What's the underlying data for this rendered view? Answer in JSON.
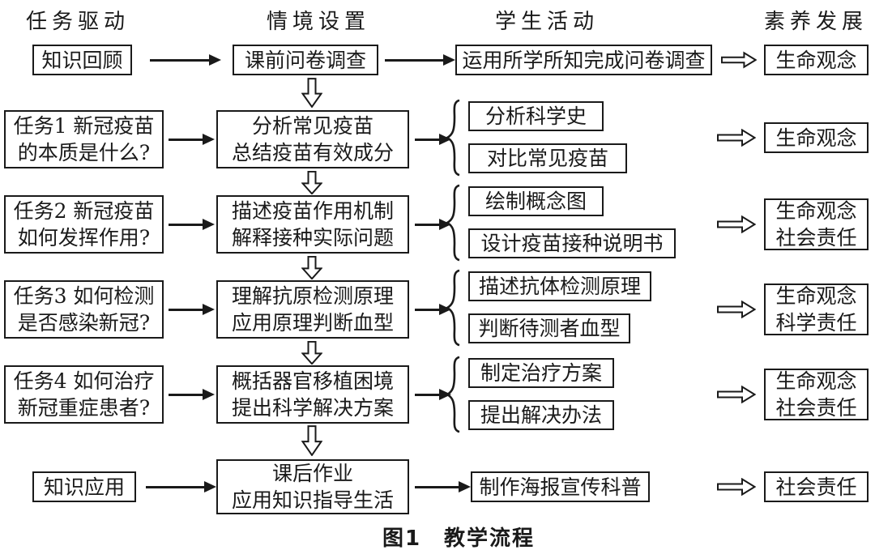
{
  "figure": {
    "caption": "图1　教学流程"
  },
  "headers": {
    "task": "任务驱动",
    "situation": "情境设置",
    "activity": "学生活动",
    "literacy": "素养发展"
  },
  "rows": [
    {
      "task": {
        "line1": "知识回顾"
      },
      "situation": {
        "line1": "课前问卷调查"
      },
      "activities": [
        {
          "line1": "运用所学所知完成问卷调查"
        }
      ],
      "literacy": {
        "line1": "生命观念"
      }
    },
    {
      "task": {
        "line1": "任务1 新冠疫苗",
        "line2": "的本质是什么?"
      },
      "situation": {
        "line1": "分析常见疫苗",
        "line2": "总结疫苗有效成分"
      },
      "activities": [
        {
          "line1": "分析科学史"
        },
        {
          "line1": "对比常见疫苗"
        }
      ],
      "literacy": {
        "line1": "生命观念"
      }
    },
    {
      "task": {
        "line1": "任务2 新冠疫苗",
        "line2": "如何发挥作用?"
      },
      "situation": {
        "line1": "描述疫苗作用机制",
        "line2": "解释接种实际问题"
      },
      "activities": [
        {
          "line1": "绘制概念图"
        },
        {
          "line1": "设计疫苗接种说明书"
        }
      ],
      "literacy": {
        "line1": "生命观念",
        "line2": "社会责任"
      }
    },
    {
      "task": {
        "line1": "任务3 如何检测",
        "line2": "是否感染新冠?"
      },
      "situation": {
        "line1": "理解抗原检测原理",
        "line2": "应用原理判断血型"
      },
      "activities": [
        {
          "line1": "描述抗体检测原理"
        },
        {
          "line1": "判断待测者血型"
        }
      ],
      "literacy": {
        "line1": "生命观念",
        "line2": "科学责任"
      }
    },
    {
      "task": {
        "line1": "任务4 如何治疗",
        "line2": "新冠重症患者?"
      },
      "situation": {
        "line1": "概括器官移植困境",
        "line2": "提出科学解决方案"
      },
      "activities": [
        {
          "line1": "制定治疗方案"
        },
        {
          "line1": "提出解决办法"
        }
      ],
      "literacy": {
        "line1": "生命观念",
        "line2": "社会责任"
      }
    },
    {
      "task": {
        "line1": "知识应用"
      },
      "situation": {
        "line1": "课后作业",
        "line2": "应用知识指导生活"
      },
      "activities": [
        {
          "line1": "制作海报宣传科普"
        }
      ],
      "literacy": {
        "line1": "社会责任"
      }
    }
  ],
  "icons": {
    "arrow-right-icon": "→",
    "double-arrow-right-icon": "⇨",
    "double-arrow-down-icon": "⇩",
    "brace-left-icon": "{"
  },
  "colors": {
    "ink": "#1a1a1a",
    "background": "#ffffff"
  }
}
